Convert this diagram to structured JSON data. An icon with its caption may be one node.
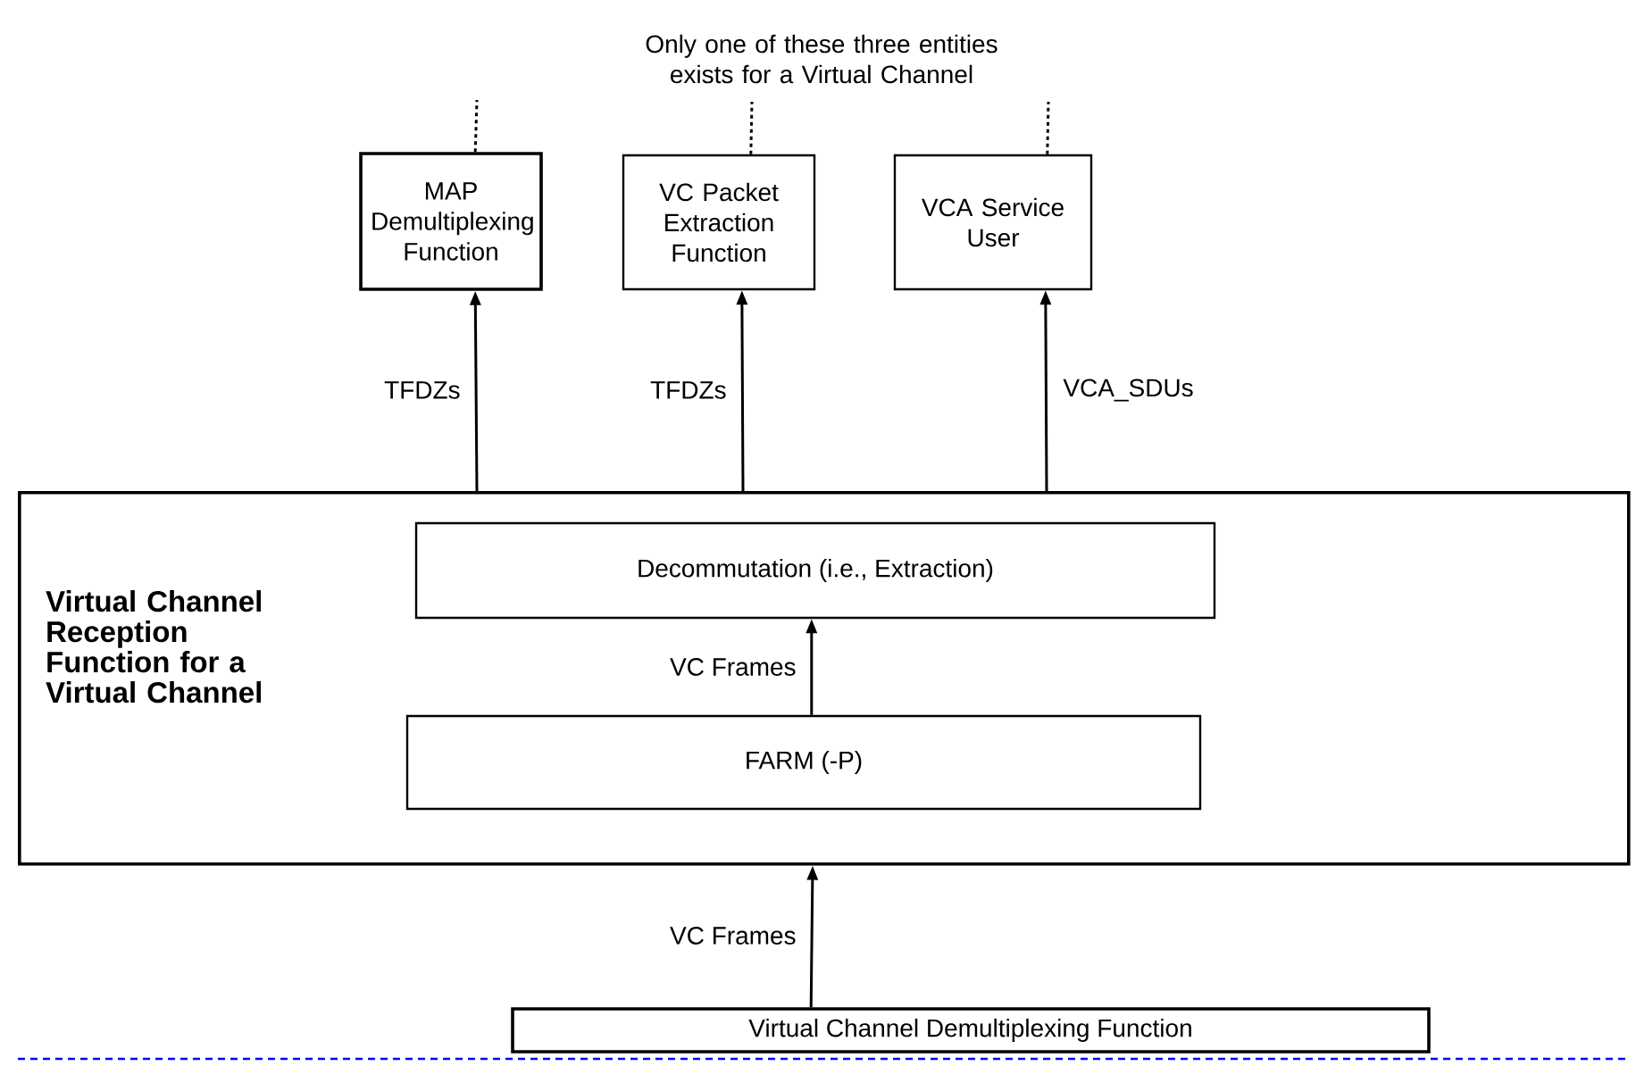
{
  "diagram": {
    "nodes": [
      {
        "text": [
          "MAP Demultiplexing Function"
        ]
      },
      {
        "text": [
          "VC Packet Extraction Function"
        ]
      },
      {
        "text": [
          "VCA Service User"
        ]
      },
      {
        "text": [
          "Virtual Channel Reception Function for a Virtual Channel"
        ]
      },
      {
        "text": [
          "Decommutation (i.e., Extraction)"
        ],
        "in": 3
      },
      {
        "text": [
          "FARM (-P)"
        ],
        "in": 3
      },
      {
        "text": [
          "Virtual Channel Demultiplexing Function"
        ]
      }
    ],
    "edges": [
      {
        "from": 3,
        "to": 0,
        "arrow": "to",
        "label": "TFDZs"
      },
      {
        "from": 3,
        "to": 1,
        "arrow": "to",
        "label": "TFDZs"
      },
      {
        "from": 3,
        "to": 2,
        "arrow": "to",
        "label": "VCA_SDUs"
      },
      {
        "from": 5,
        "to": 4,
        "arrow": "to",
        "label": "VC Frames"
      },
      {
        "from": 6,
        "to": 3,
        "arrow": "to",
        "label": "VC Frames"
      },
      {
        "from": 0,
        "to": null,
        "arrow": "none",
        "style": "dashed"
      },
      {
        "from": 1,
        "to": null,
        "arrow": "none",
        "style": "dashed"
      },
      {
        "from": 2,
        "to": null,
        "arrow": "none",
        "style": "dashed"
      }
    ],
    "labels": [
      "Only one of these three entities exists for a Virtual Channel"
    ]
  }
}
